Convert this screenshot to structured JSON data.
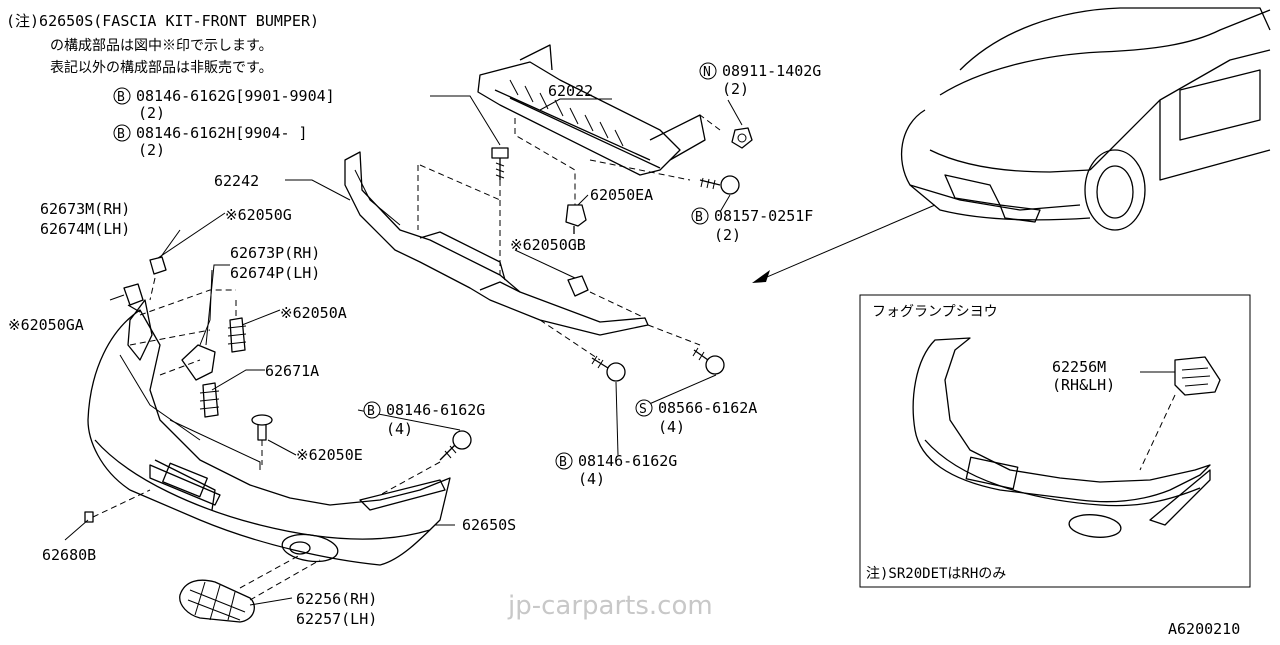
{
  "notes": {
    "line1": "(注)62650S(FASCIA KIT-FRONT BUMPER)",
    "line2": "の構成部品は図中※印で示します。",
    "line3": "表記以外の構成部品は非販売です。"
  },
  "parts": {
    "p1_prefix": "B",
    "p1": "08146-6162G[9901-9904]",
    "p1_qty": "(2)",
    "p2_prefix": "B",
    "p2": "08146-6162H[9904-     ]",
    "p2_qty": "(2)",
    "p62022": "62022",
    "p_n_prefix": "N",
    "p_n": "08911-1402G",
    "p_n_qty": "(2)",
    "p62242": "62242",
    "p62050EA": "62050EA",
    "p_b3_prefix": "B",
    "p_b3": "08157-0251F",
    "p_b3_qty": "(2)",
    "p62673M": "62673M(RH)",
    "p62674M": "62674M(LH)",
    "p62050G": "※62050G",
    "p62050GB": "※62050GB",
    "p62673P": "62673P(RH)",
    "p62674P": "62674P(LH)",
    "p62050GA": "※62050GA",
    "p62050A": "※62050A",
    "p62671A": "62671A",
    "p_b4_prefix": "B",
    "p_b4": "08146-6162G",
    "p_b4_qty": "(4)",
    "p_s_prefix": "S",
    "p_s": "08566-6162A",
    "p_s_qty": "(4)",
    "p62050E": "※62050E",
    "p_b5_prefix": "B",
    "p_b5": "08146-6162G",
    "p_b5_qty": "(4)",
    "p62650S": "62650S",
    "p62680B": "62680B",
    "p62256": "62256(RH)",
    "p62257": "62257(LH)"
  },
  "inset": {
    "title": "フォグランプシヨウ",
    "part": "62256M",
    "part_sub": "(RH&LH)",
    "footnote": "注)SR20DETはRHのみ"
  },
  "watermark": "jp-carparts.com",
  "diagram_code": "A6200210"
}
